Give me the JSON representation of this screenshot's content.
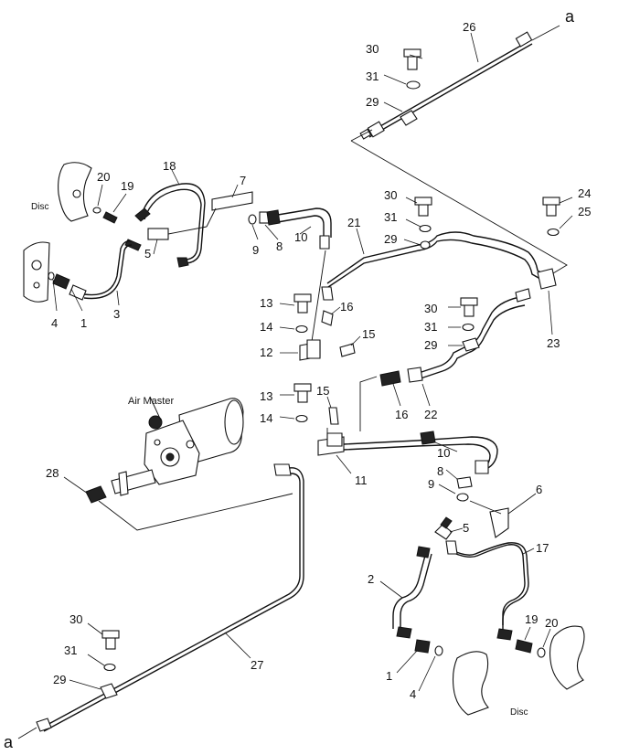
{
  "labels": {
    "disc_left": "Disc",
    "disc_right": "Disc",
    "air_master": "Air Master",
    "a_top": "a",
    "a_bottom": "a"
  },
  "callouts": {
    "n1a": "1",
    "n1b": "1",
    "n2": "2",
    "n3": "3",
    "n4a": "4",
    "n4b": "4",
    "n5a": "5",
    "n5b": "5",
    "n6": "6",
    "n7": "7",
    "n8a": "8",
    "n8b": "8",
    "n9a": "9",
    "n9b": "9",
    "n10a": "10",
    "n10b": "10",
    "n11": "11",
    "n12": "12",
    "n13a": "13",
    "n13b": "13",
    "n14a": "14",
    "n14b": "14",
    "n15a": "15",
    "n15b": "15",
    "n16a": "16",
    "n16b": "16",
    "n17": "17",
    "n18": "18",
    "n19a": "19",
    "n19b": "19",
    "n20a": "20",
    "n20b": "20",
    "n21": "21",
    "n22": "22",
    "n23": "23",
    "n24": "24",
    "n25": "25",
    "n26": "26",
    "n27": "27",
    "n28": "28",
    "n29a": "29",
    "n29b": "29",
    "n29c": "29",
    "n29d": "29",
    "n30a": "30",
    "n30b": "30",
    "n30c": "30",
    "n30d": "30",
    "n31a": "31",
    "n31b": "31",
    "n31c": "31",
    "n31d": "31"
  }
}
